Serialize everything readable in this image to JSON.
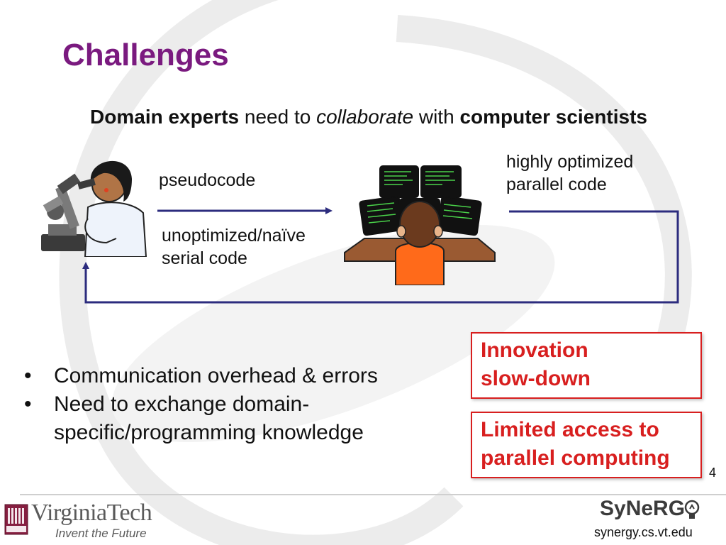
{
  "slide": {
    "title": "Challenges",
    "subtitle": {
      "part1": "Domain experts",
      "part2": " need to ",
      "part3": "collaborate",
      "part4": " with ",
      "part5": "computer scientists"
    },
    "diagram": {
      "label_pseudocode": "pseudocode",
      "label_unoptimized_line1": "unoptimized/naïve",
      "label_unoptimized_line2": "serial code",
      "label_optimized_line1": "highly optimized",
      "label_optimized_line2": "parallel code"
    },
    "bullets": [
      {
        "line1": "Communication overhead & errors"
      },
      {
        "line1": "Need to exchange domain-",
        "line2": "specific/programming knowledge"
      }
    ],
    "callouts": [
      {
        "line1": "Innovation",
        "line2": "slow-down"
      },
      {
        "line1": "Limited access to",
        "line2": "parallel computing"
      }
    ],
    "slide_number": "4"
  },
  "footer": {
    "university_name": "VirginiaTech",
    "tagline": "Invent the Future",
    "lab_name": "SyNeRG",
    "lab_url": "synergy.cs.vt.edu"
  },
  "colors": {
    "title": "#7a1a7f",
    "callout_red": "#d81f1f",
    "arrow_navy": "#2c2c7e",
    "vt_maroon": "#861f41"
  },
  "icons": {
    "scientist": "scientist-microscope-icon",
    "programmer": "programmer-monitors-icon",
    "bullet": "bullet-dot-icon"
  }
}
